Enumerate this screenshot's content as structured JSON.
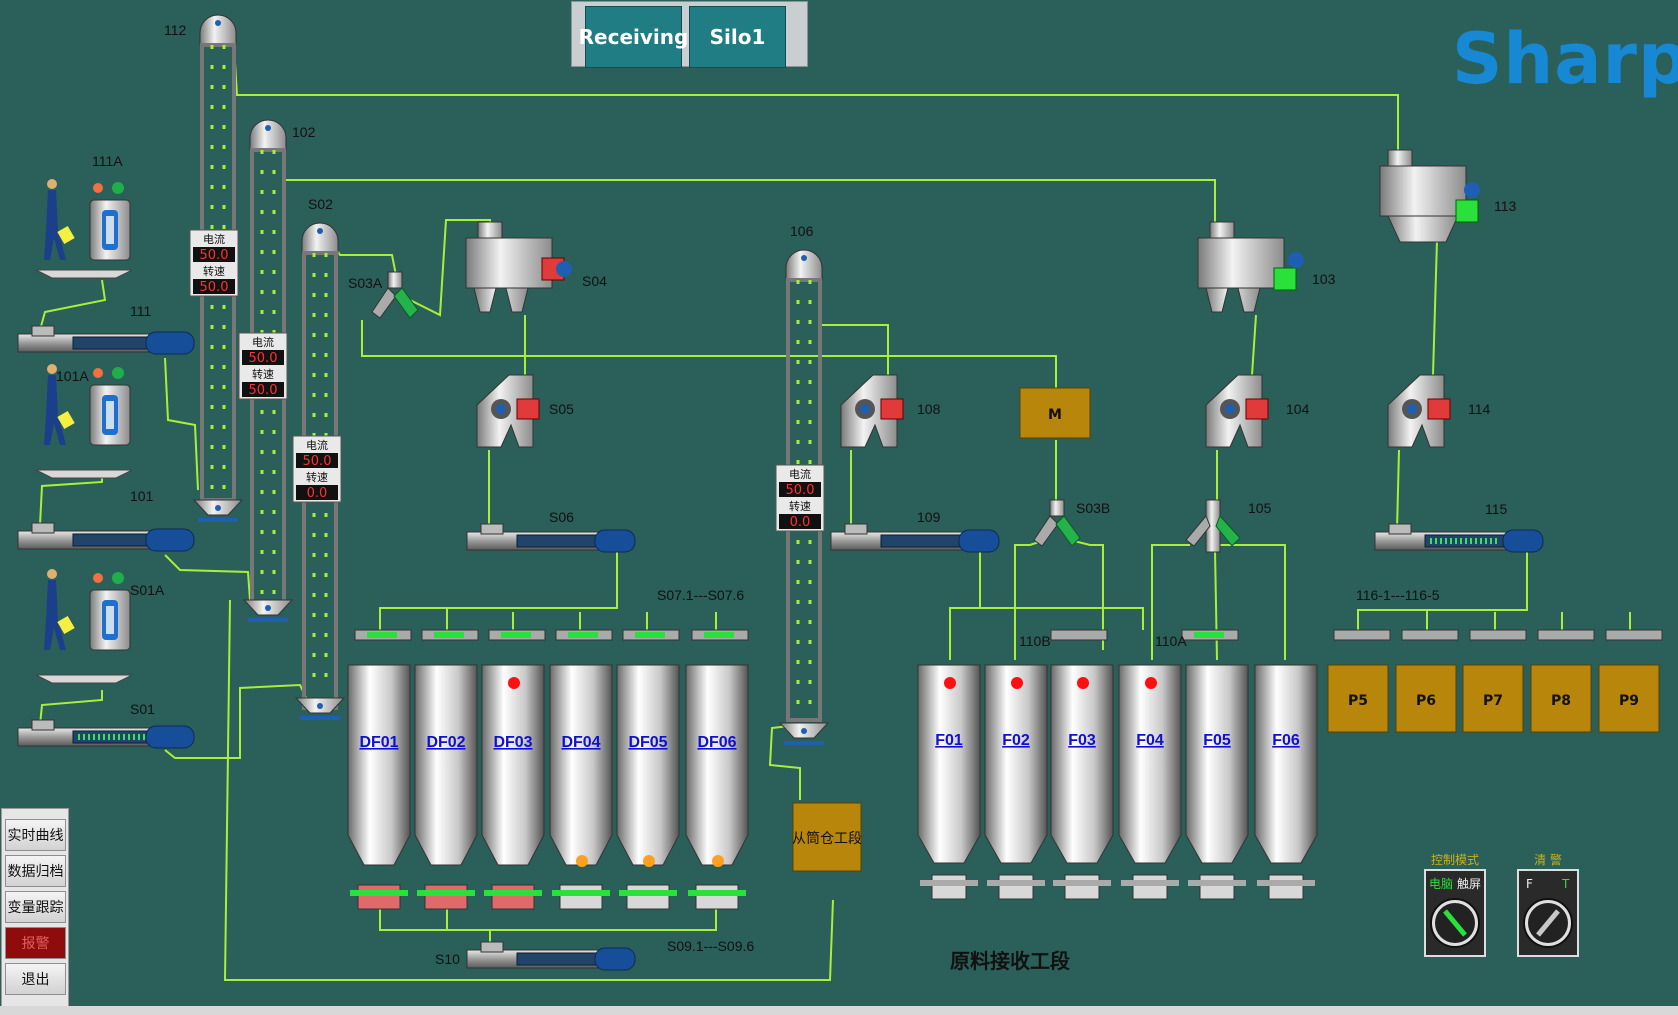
{
  "tabs": [
    {
      "label": "Receiving"
    },
    {
      "label": "Silo1"
    }
  ],
  "brand": "SharpS",
  "section_title": "原料接收工段",
  "from_section": "从筒仓工段",
  "mixer_label": "M",
  "menu": [
    {
      "label": "实时曲线"
    },
    {
      "label": "数据归档"
    },
    {
      "label": "变量跟踪"
    },
    {
      "label": "报警"
    },
    {
      "label": "退出"
    }
  ],
  "meter_labels": {
    "current": "电流",
    "speed": "转速"
  },
  "meters": [
    {
      "current": "50.0",
      "speed": "50.0"
    },
    {
      "current": "50.0",
      "speed": "50.0"
    },
    {
      "current": "50.0",
      "speed": "0.0"
    },
    {
      "current": "50.0",
      "speed": "0.0"
    }
  ],
  "elevators": [
    {
      "label": "112"
    },
    {
      "label": "102"
    },
    {
      "label": "S02"
    },
    {
      "label": "106"
    }
  ],
  "intake_stations": [
    {
      "label": "111A"
    },
    {
      "label": "101A"
    },
    {
      "label": "S01A"
    }
  ],
  "intake_conveyors": [
    {
      "label": "111"
    },
    {
      "label": "101"
    },
    {
      "label": "S01"
    }
  ],
  "cleaners": [
    {
      "label": "S04"
    },
    {
      "label": "103"
    },
    {
      "label": "113"
    }
  ],
  "magnets": [
    {
      "label": "S05"
    },
    {
      "label": "108"
    },
    {
      "label": "104"
    },
    {
      "label": "114"
    }
  ],
  "distributors": [
    {
      "label": "S03A"
    },
    {
      "label": "S03B"
    },
    {
      "label": "105"
    }
  ],
  "conveyors": [
    {
      "label": "S06"
    },
    {
      "label": "109"
    },
    {
      "label": "115"
    },
    {
      "label": "S10"
    }
  ],
  "gate_group_labels": {
    "df": "S07.1---S07.6",
    "f": "110B",
    "f2": "110A",
    "p": "116-1---116-5",
    "feeders": "S09.1---S09.6"
  },
  "df_silos": [
    {
      "label": "DF01",
      "high": false,
      "low": false
    },
    {
      "label": "DF02",
      "high": false,
      "low": false
    },
    {
      "label": "DF03",
      "high": true,
      "low": false
    },
    {
      "label": "DF04",
      "high": false,
      "low": true
    },
    {
      "label": "DF05",
      "high": false,
      "low": true
    },
    {
      "label": "DF06",
      "high": false,
      "low": true
    }
  ],
  "f_silos": [
    {
      "label": "F01",
      "high": true
    },
    {
      "label": "F02",
      "high": true
    },
    {
      "label": "F03",
      "high": true
    },
    {
      "label": "F04",
      "high": true
    },
    {
      "label": "F05",
      "high": false
    },
    {
      "label": "F06",
      "high": false
    }
  ],
  "p_bins": [
    {
      "label": "P5"
    },
    {
      "label": "P6"
    },
    {
      "label": "P7"
    },
    {
      "label": "P8"
    },
    {
      "label": "P9"
    }
  ],
  "control_mode": {
    "title": "控制模式",
    "left": "电脑",
    "right": "触屏"
  },
  "alarm_clear": {
    "title": "清 警",
    "left": "F",
    "right": "T"
  },
  "colors": {
    "background": "#2b5f5a",
    "pipe": "#a8ef3a",
    "brand": "#1789d4",
    "tab": "#1f7d83",
    "bin": "#b8860b",
    "alarm": "#8e0c0c"
  }
}
